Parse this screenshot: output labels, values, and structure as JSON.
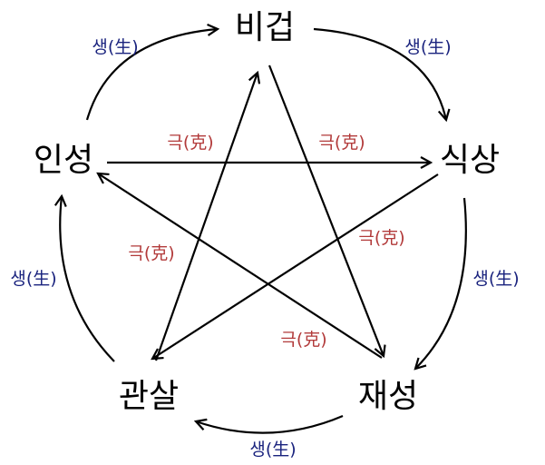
{
  "colors": {
    "saeng": "#1a237e",
    "geuk": "#b23a3a",
    "line": "#000000"
  },
  "nodes": {
    "bigeop": "비겁",
    "siksang": "식상",
    "jaeseong": "재성",
    "gwansal": "관살",
    "inseong": "인성"
  },
  "relations": {
    "saeng": "생(生)",
    "geuk": "극(克)"
  }
}
